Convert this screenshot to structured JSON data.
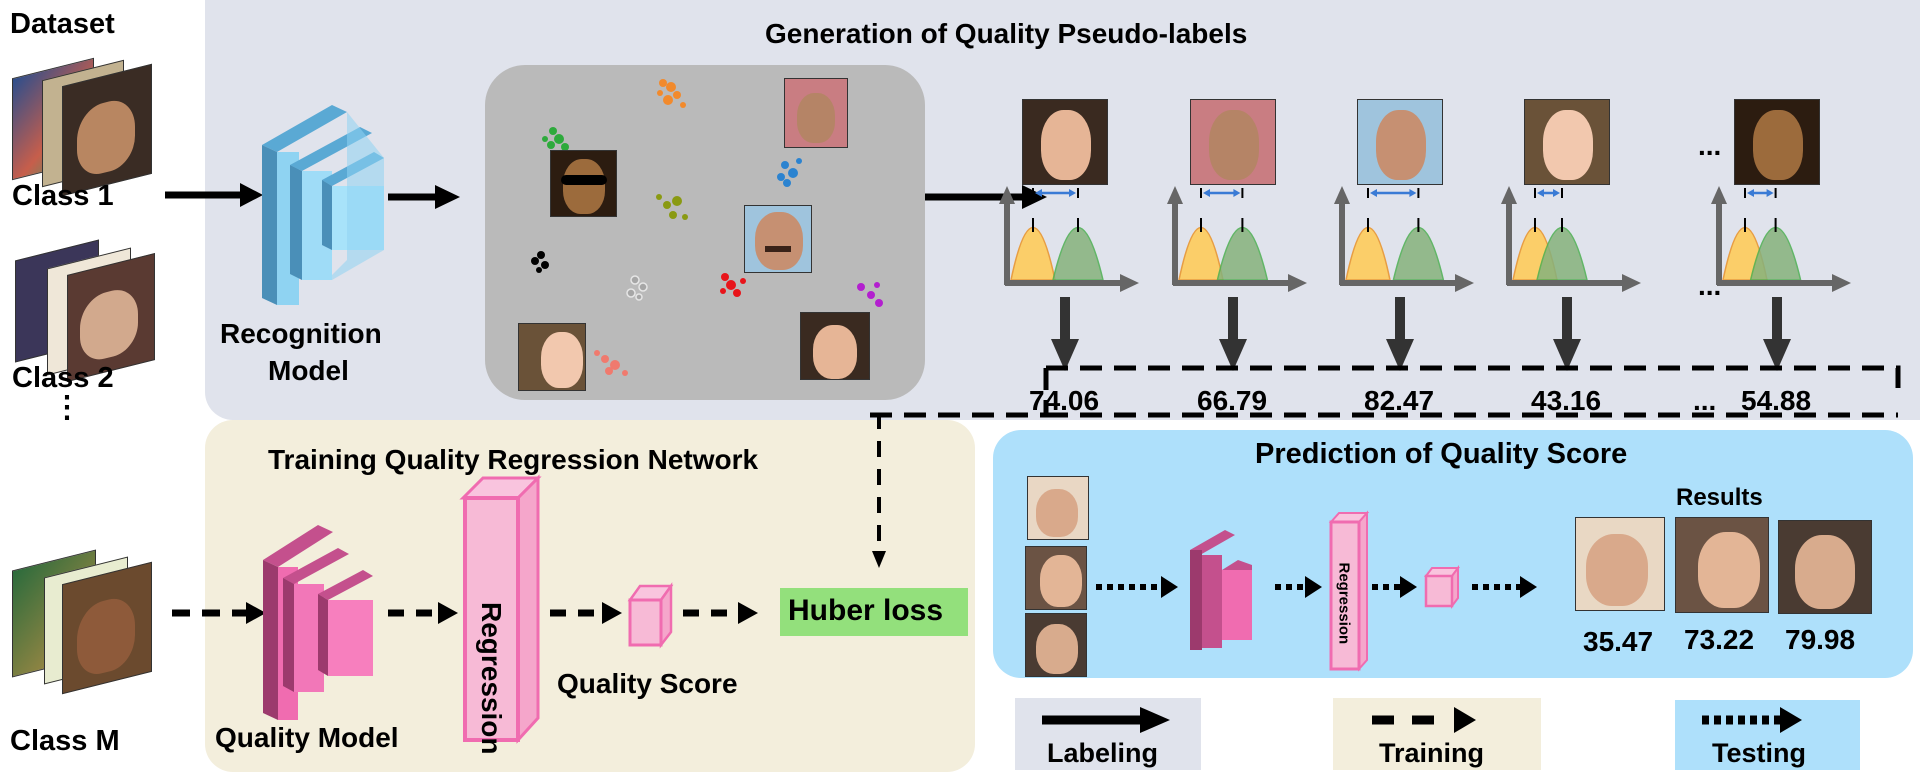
{
  "dataset": {
    "title": "Dataset",
    "classes": [
      "Class 1",
      "Class 2",
      "Class M"
    ],
    "ellipsis": "⋮"
  },
  "labeling_panel": {
    "title": "Generation of Quality Pseudo-labels",
    "recognition_model": [
      "Recognition",
      "Model"
    ],
    "pseudo_labels": [
      "74.06",
      "66.79",
      "82.47",
      "43.16",
      "54.88"
    ],
    "ellipsis": "..."
  },
  "training_panel": {
    "title": "Training Quality Regression Network",
    "quality_model": "Quality Model",
    "regression": "Regression",
    "quality_score": "Quality Score",
    "loss": "Huber loss"
  },
  "prediction_panel": {
    "title": "Prediction of Quality Score",
    "regression": "Regression",
    "results_label": "Results",
    "results": [
      "35.47",
      "73.22",
      "79.98"
    ]
  },
  "legend": {
    "labeling": "Labeling",
    "training": "Training",
    "testing": "Testing"
  },
  "colors": {
    "labeling_bg": "#e0e3ec",
    "training_bg": "#f3eedc",
    "testing_bg": "#aee0fb",
    "recognition_blue": "#8fd3f2",
    "quality_pink": "#f06cb0",
    "huber_green": "#93e07c",
    "cluster_bg": "#bababa"
  }
}
